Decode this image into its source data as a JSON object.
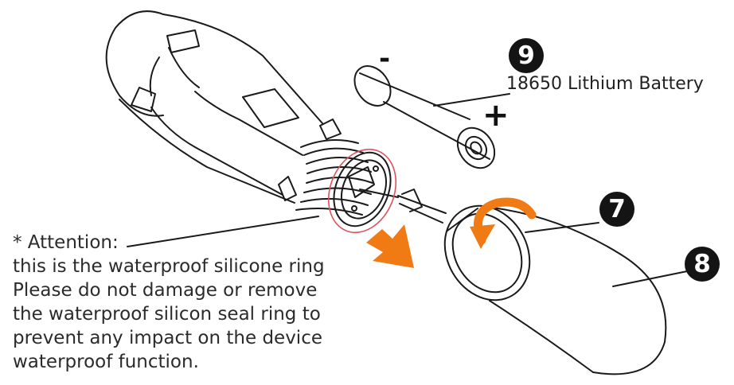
{
  "callouts": {
    "battery_number": "9",
    "battery_label": "18650 Lithium Battery",
    "ring_number": "7",
    "cap_number": "8",
    "minus_sign": "-",
    "plus_sign": "+"
  },
  "attention_note": {
    "lines": [
      "* Attention:",
      "this is the waterproof silicone ring",
      "Please do not damage or remove",
      "the waterproof silicon seal ring to",
      "prevent any impact on the device",
      "waterproof function."
    ]
  },
  "colors": {
    "arrow_orange": "#f07a14",
    "seal_ring_red": "#e0505a",
    "line_art": "#1a1a1a",
    "badge_fill": "#141414"
  },
  "icons": [
    "orange-direction-arrow-icon",
    "orange-twist-arrow-icon"
  ]
}
